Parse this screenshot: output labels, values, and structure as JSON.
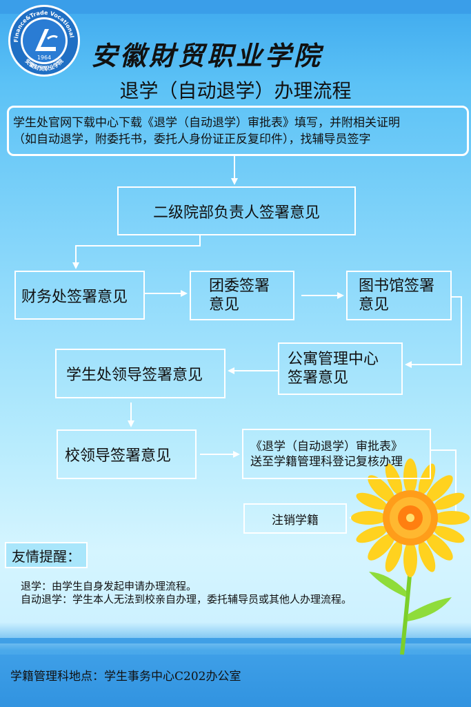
{
  "logo": {
    "ring_text_top": "AnHui Finance&Trade Vocational College",
    "ring_text_bottom": "安徽财贸职业学院",
    "year": "1964",
    "colors": {
      "ring": "#1f6fc4",
      "inner": "#2a7cd4"
    }
  },
  "header": {
    "college_name": "安徽財贸职业学院",
    "title": "退学（自动退学）办理流程"
  },
  "flow": {
    "step1": "学生处官网下载中心下载《退学（自动退学）审批表》填写，并附相关证明\n（如自动退学，附委托书，委托人身份证正反复印件），找辅导员签字",
    "step2": "二级院部负责人签署意见",
    "step3": "财务处签署意见",
    "step4": "团委签署\n意见",
    "step5": "图书馆签署\n意见",
    "step6": "公寓管理中心\n签署意见",
    "step7": "学生处领导签署意见",
    "step8": "校领导签署意见",
    "step9": "《退学（自动退学）审批表》\n送至学籍管理科登记复核办理",
    "step10": "注销学籍"
  },
  "reminder": {
    "title": "友情提醒：",
    "note1": "退学：由学生自身发起申请办理流程。",
    "note2": "自动退学：学生本人无法到校亲自办理，委托辅导员或其他人办理流程。"
  },
  "footer": {
    "location": "学籍管理科地点：学生事务中心C202办公室"
  },
  "colors": {
    "background_top": "#3ea9ee",
    "background_mid": "#b6ebfd",
    "box_border": "#ffffff",
    "arrow": "#ffffff",
    "band": "#3a9ee9"
  }
}
